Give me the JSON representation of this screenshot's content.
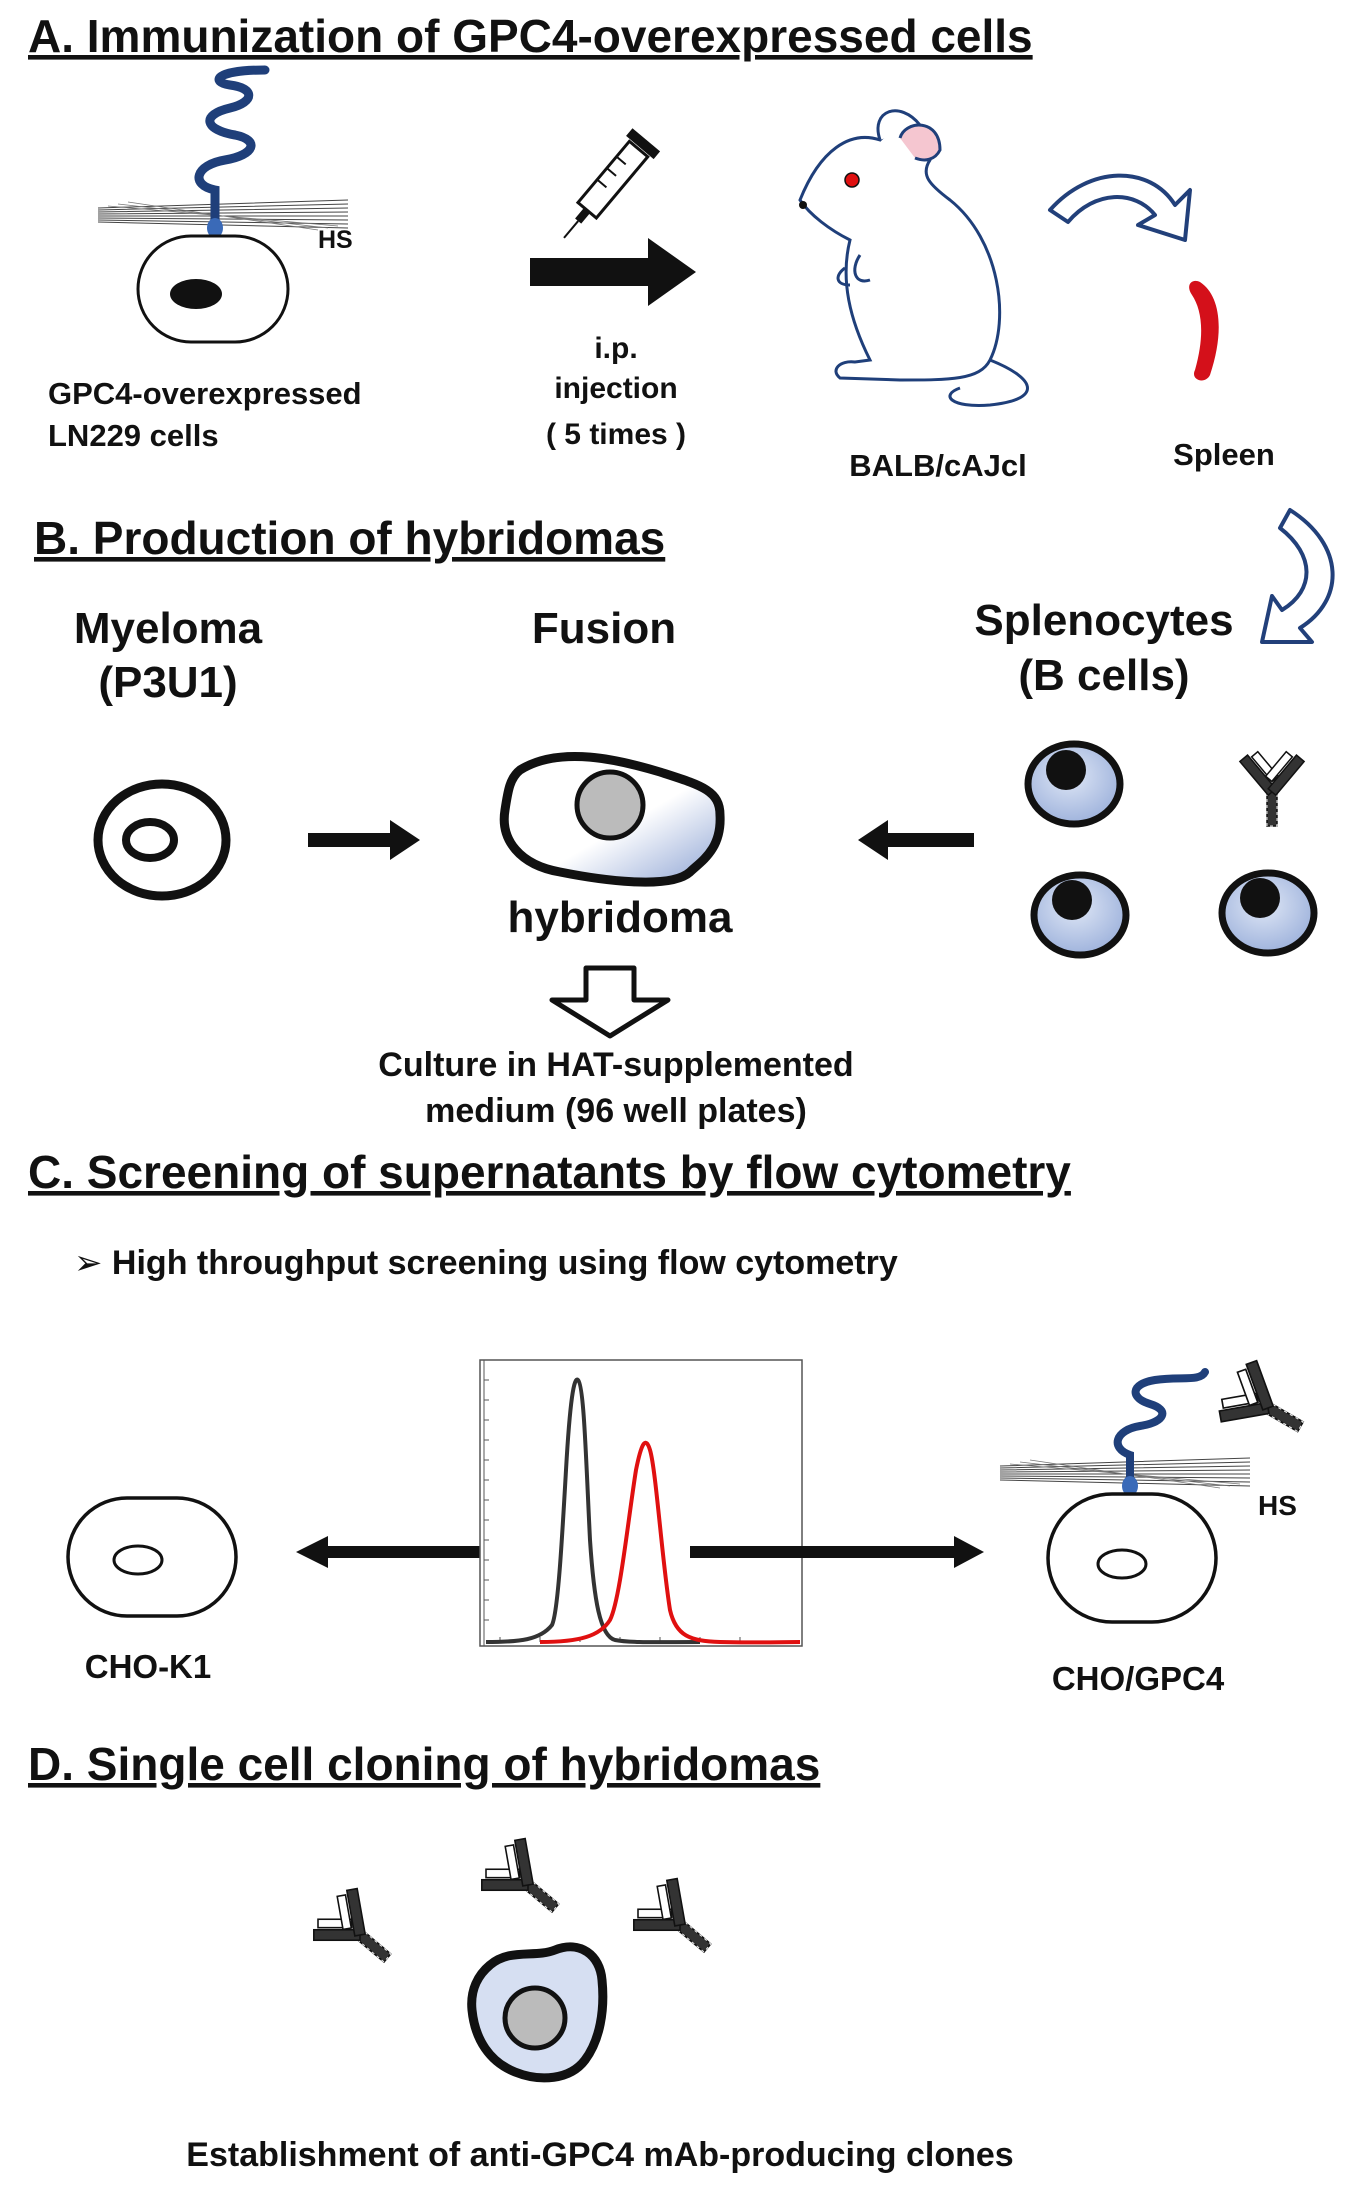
{
  "section_a": {
    "title": "A. Immunization of GPC4-overexpressed cells",
    "hs_label": "HS",
    "cell_label_1": "GPC4-overexpressed",
    "cell_label_2": "LN229 cells",
    "injection_1": "i.p.",
    "injection_2": "injection",
    "injection_3": "( 5 times )",
    "mouse_label": "BALB/cAJcl",
    "spleen_label": "Spleen"
  },
  "section_b": {
    "title": "B. Production of hybridomas",
    "myeloma_1": "Myeloma",
    "myeloma_2": "(P3U1)",
    "fusion": "Fusion",
    "splenocytes_1": "Splenocytes",
    "splenocytes_2": "(B cells)",
    "hybridoma": "hybridoma",
    "culture_1": "Culture in HAT-supplemented",
    "culture_2": "medium (96 well plates)"
  },
  "section_c": {
    "title": "C. Screening of supernatants by flow cytometry",
    "bullet": "➢ High throughput screening using flow cytometry",
    "left_cell": "CHO-K1",
    "right_cell": "CHO/GPC4",
    "hs_label": "HS",
    "colors": {
      "negative_peak": "#333333",
      "positive_peak": "#e01010"
    }
  },
  "section_d": {
    "title": "D. Single cell cloning of hybridomas",
    "caption": "Establishment of anti-GPC4 mAb-producing clones"
  },
  "colors": {
    "cell_blue": "#aabce0",
    "spleen_red": "#d4101a",
    "gpc4_blue": "#1f3f7a",
    "arrow_blue": "#22407a"
  }
}
